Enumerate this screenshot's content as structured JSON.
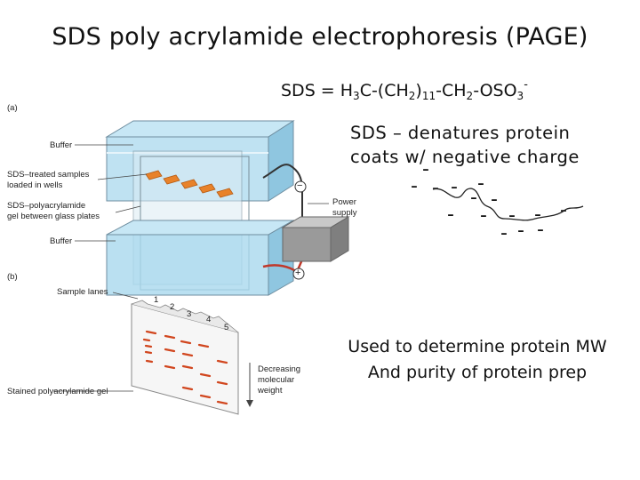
{
  "title": "SDS poly acrylamide electrophoresis (PAGE)",
  "formula": {
    "prefix": "SDS = H",
    "s1": "3",
    "p2": "C-(CH",
    "s2": "2",
    "p3": ")",
    "s3": "11",
    "p4": "-CH",
    "s4": "2",
    "p5": "-OSO",
    "s5": "3",
    "sup": "-"
  },
  "notes": {
    "line1": "SDS – denatures protein",
    "line2": "coats w/ negative charge",
    "line3": "Used to determine protein MW",
    "line4": "And purity of protein prep"
  },
  "figure_labels": {
    "panel_a": "(a)",
    "panel_b": "(b)",
    "buffer_top": "Buffer",
    "samples_line1": "SDS–treated samples",
    "samples_line2": "loaded in wells",
    "gel_line1": "SDS–polyacrylamide",
    "gel_line2": "gel between glass plates",
    "buffer_bottom": "Buffer",
    "power_line1": "Power",
    "power_line2": "supply",
    "minus_sign": "−",
    "plus_sign": "+",
    "sample_lanes": "Sample lanes",
    "stained_gel": "Stained polyacrylamide gel",
    "mw_line1": "Decreasing",
    "mw_line2": "molecular",
    "mw_line3": "weight",
    "lane_numbers": [
      "1",
      "2",
      "3",
      "4",
      "5"
    ]
  },
  "charge_glyph": "-",
  "colors": {
    "buffer_blue": "#9fd3ea",
    "wire_red": "#c0392b",
    "sample_orange": "#e8822a",
    "power_gray": "#8f8f8f"
  }
}
